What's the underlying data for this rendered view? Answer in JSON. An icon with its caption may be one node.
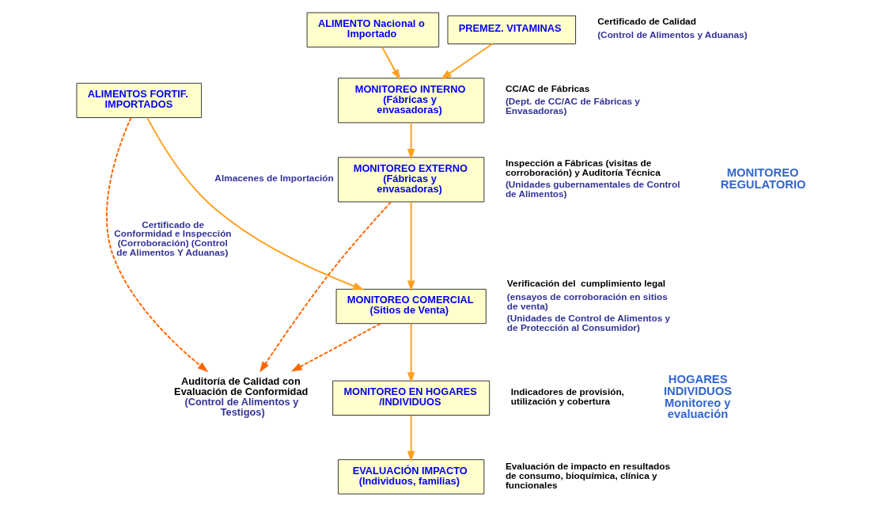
{
  "diagram": {
    "nodes": [
      {
        "text": [
          "ALIMENTO Nacional o Importado"
        ]
      },
      {
        "text": [
          "PREMEZ. VITAMINAS"
        ],
        "beside": [
          "Certificado de Calidad",
          "(Control de Alimentos y Aduanas)"
        ]
      },
      {
        "text": [
          "MONITOREO INTERNO (Fábricas y envasadoras)"
        ],
        "beside": [
          "CC/AC de Fábricas",
          "(Dept. de CC/AC de Fábricas y Envasadoras)"
        ]
      },
      {
        "text": [
          "ALIMENTOS FORTIF. IMPORTADOS"
        ]
      },
      {
        "text": [
          "MONITOREO EXTERNO (Fábricas y envasadoras)"
        ],
        "beside": [
          "Inspección a Fábricas (visitas de corroboración) y Auditoría Técnica",
          "(Unidades gubernamentales de Control de Alimentos)"
        ]
      },
      {
        "text": [
          "MONITOREO COMERCIAL (Sitios de Venta)"
        ],
        "beside": [
          "Verificación del  cumplimiento legal",
          "(ensayos de corroboración en sitios de venta)",
          "(Unidades de Control de Alimentos y de Protección al Consumidor)"
        ]
      },
      {
        "text": [
          "Auditoría de Calidad con Evaluación de Conformidad",
          "(Control de Alimentos y Testigos)"
        ]
      },
      {
        "text": [
          "MONITOREO EN HOGARES /INDIVIDUOS"
        ],
        "beside": [
          "Indicadores de provisión, utilización y cobertura"
        ]
      },
      {
        "text": [
          "EVALUACIÓN IMPACTO (Individuos, familias)"
        ],
        "beside": [
          "Evaluación de impacto en resultados de consumo, bioquímica, clínica y funcionales"
        ]
      }
    ],
    "edges": [
      {
        "from": 0,
        "to": 2,
        "arrow": "to"
      },
      {
        "from": 1,
        "to": 2,
        "arrow": "to"
      },
      {
        "from": 2,
        "to": 4,
        "arrow": "to"
      },
      {
        "from": 4,
        "to": 5,
        "arrow": "to"
      },
      {
        "from": 3,
        "to": 5,
        "arrow": "to",
        "label": "Almacenes de Importación"
      },
      {
        "from": 3,
        "to": 6,
        "arrow": "to",
        "style": "dashed",
        "color": "#ff6600",
        "label": "Certificado de Conformidad e Inspección (Corroboración) (Control de Alimentos Y Aduanas)"
      },
      {
        "from": 4,
        "to": 6,
        "arrow": "to",
        "style": "dashed",
        "color": "#ff6600"
      },
      {
        "from": 5,
        "to": 6,
        "arrow": "to",
        "style": "dashed",
        "color": "#ff6600"
      },
      {
        "from": 5,
        "to": 7,
        "arrow": "to"
      },
      {
        "from": 7,
        "to": 8,
        "arrow": "to"
      }
    ],
    "labels": [
      "MONITOREO REGULATORIO",
      "HOGARES INDIVIDUOS Monitoreo y evaluación"
    ]
  }
}
